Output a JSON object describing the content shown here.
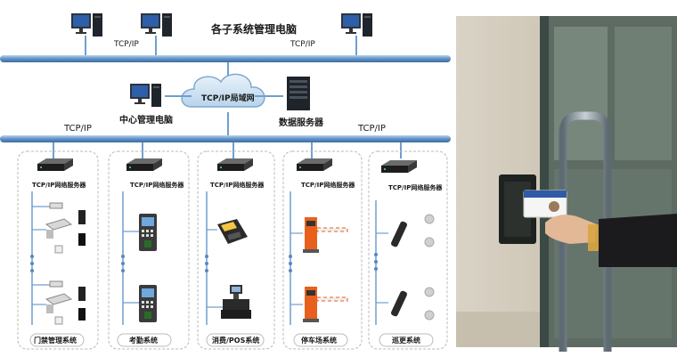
{
  "labels": {
    "top_title": "各子系统管理电脑",
    "tcp_ip": "TCP/IP",
    "lan_cloud": "TCP/IP局域网",
    "center_pc": "中心管理电脑",
    "data_server": "数据服务器",
    "net_server": "TCP/IP网络服务器"
  },
  "subsystems": [
    {
      "name": "门禁管理系统",
      "device": "access-controller"
    },
    {
      "name": "考勤系统",
      "device": "fingerprint-terminal"
    },
    {
      "name": "消费/POS系统",
      "device": "pos-terminal"
    },
    {
      "name": "停车场系统",
      "device": "barrier-gate"
    },
    {
      "name": "巡更系统",
      "device": "patrol-wand"
    }
  ],
  "colors": {
    "bus": "#6f9fcf",
    "bus_dark": "#3c6f9f",
    "panel_border": "#b8b8b8",
    "barrier_orange": "#e8601c"
  }
}
